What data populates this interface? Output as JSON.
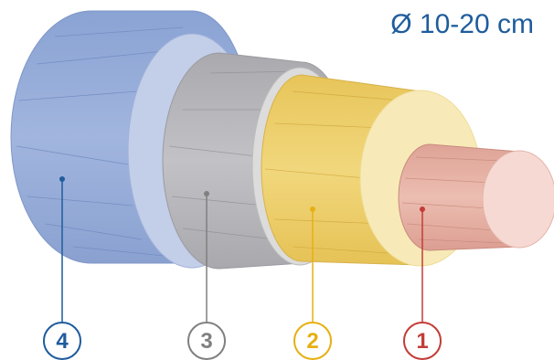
{
  "dimension_label": "Ø 10-20 cm",
  "layers": [
    {
      "number": "1",
      "color": "#c43c37",
      "fill": "#e8b4a8",
      "face": "#f6d9d2"
    },
    {
      "number": "2",
      "color": "#e6b012",
      "fill": "#eed06a",
      "face": "#f7eab8"
    },
    {
      "number": "3",
      "color": "#808080",
      "fill": "#b9b9bd",
      "face": "#dcdcdc"
    },
    {
      "number": "4",
      "color": "#1f5c9c",
      "fill": "#9db2d9",
      "face": "#c3cee8"
    }
  ],
  "dimension_color": "#1f5c9c"
}
